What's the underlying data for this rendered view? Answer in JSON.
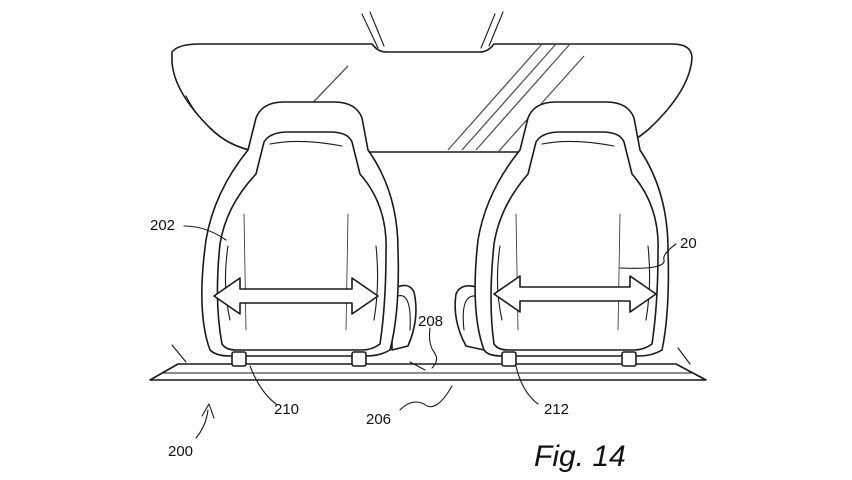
{
  "figure": {
    "caption": "Fig. 14",
    "refs": {
      "assembly": "200",
      "seat_left": "202",
      "seat_right": "20",
      "floor": "206",
      "track_gap": "208",
      "rail_left": "210",
      "rail_right": "212"
    }
  }
}
